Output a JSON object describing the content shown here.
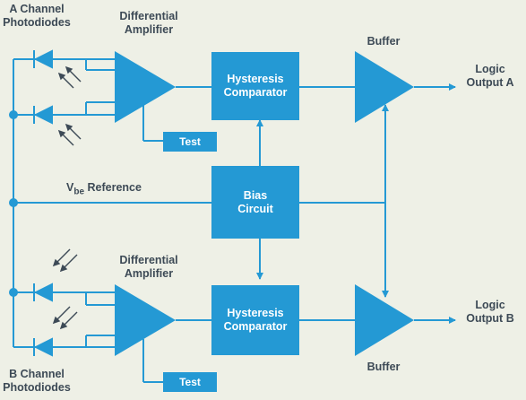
{
  "labels": {
    "a_channel": [
      "A Channel",
      "Photodiodes"
    ],
    "b_channel": [
      "B Channel",
      "Photodiodes"
    ],
    "diff_amp_top": [
      "Differential",
      "Amplifier"
    ],
    "diff_amp_bottom": [
      "Differential",
      "Amplifier"
    ],
    "buffer_top": "Buffer",
    "buffer_bottom": "Buffer",
    "logic_a": [
      "Logic",
      "Output A"
    ],
    "logic_b": [
      "Logic",
      "Output B"
    ],
    "vbe_main": "V",
    "vbe_sub": "be",
    "vbe_rest": " Reference"
  },
  "boxes": {
    "hyst_top": [
      "Hysteresis",
      "Comparator"
    ],
    "hyst_bottom": [
      "Hysteresis",
      "Comparator"
    ],
    "bias": [
      "Bias",
      "Circuit"
    ],
    "test_top": "Test",
    "test_bottom": "Test"
  },
  "colors": {
    "blue": "#2499d4",
    "text": "#3d4a56",
    "background": "#eef0e6"
  }
}
